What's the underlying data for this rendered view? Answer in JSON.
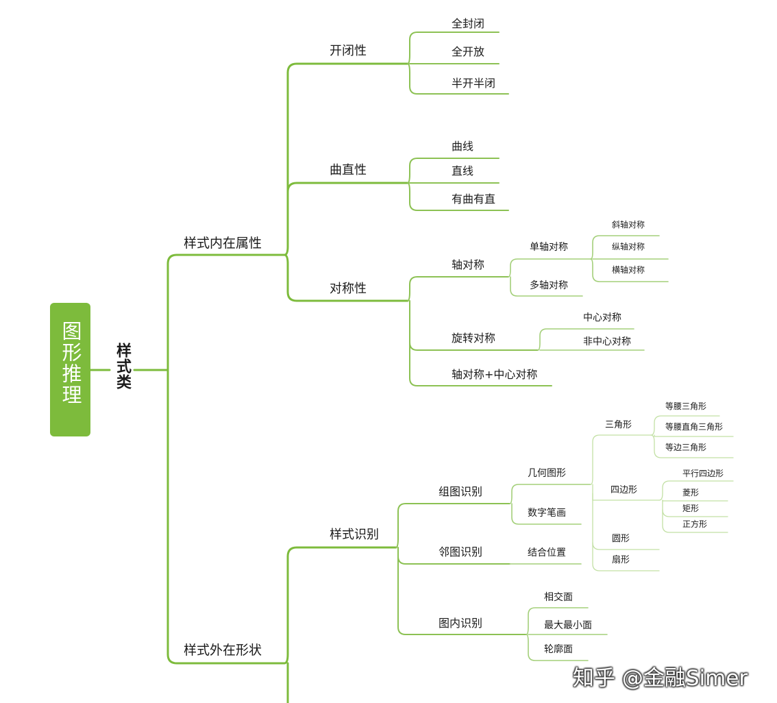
{
  "root": "图形推理",
  "category": "样式类",
  "branches": {
    "inner": {
      "label": "样式内在属性",
      "kaibixing": {
        "label": "开闭性",
        "items": [
          "全封闭",
          "全开放",
          "半开半闭"
        ]
      },
      "quzhixing": {
        "label": "曲直性",
        "items": [
          "曲线",
          "直线",
          "有曲有直"
        ]
      },
      "duichenxing": {
        "label": "对称性",
        "zhou": {
          "label": "轴对称",
          "dan": {
            "label": "单轴对称",
            "items": [
              "斜轴对称",
              "纵轴对称",
              "横轴对称"
            ]
          },
          "duo": "多轴对称"
        },
        "xuanzhuan": {
          "label": "旋转对称",
          "items": [
            "中心对称",
            "非中心对称"
          ]
        },
        "combo": "轴对称+中心对称"
      }
    },
    "outer": {
      "label": "样式外在形状",
      "shibie": {
        "label": "样式识别",
        "zutu": {
          "label": "组图识别",
          "jihe": {
            "label": "几何图形",
            "sanjiao": {
              "label": "三角形",
              "items": [
                "等腰三角形",
                "等腰直角三角形",
                "等边三角形"
              ]
            },
            "sibian": {
              "label": "四边形",
              "items": [
                "平行四边形",
                "菱形",
                "矩形",
                "正方形"
              ]
            },
            "yuan": "圆形",
            "shan": "扇形"
          },
          "shuzi": "数字笔画"
        },
        "lintu": {
          "label": "邻图识别",
          "item": "结合位置"
        },
        "tunei": {
          "label": "图内识别",
          "items": [
            "相交面",
            "最大最小面",
            "轮廓面"
          ]
        }
      }
    }
  },
  "watermark": "知乎 @金融Simer",
  "colors": {
    "root_fill": "#7dbb3c",
    "main_line": "#7dbb3c",
    "minor_line": "#b9d99a"
  }
}
